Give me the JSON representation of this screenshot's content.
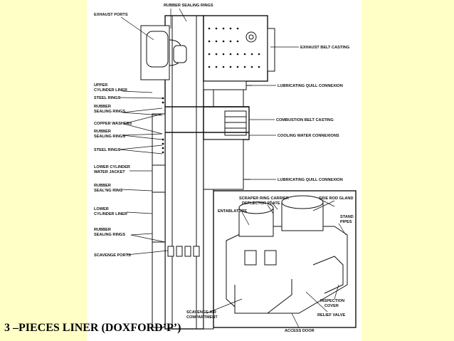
{
  "caption": "3 –PIECES LINER (DOXFORD’P’)",
  "labels": {
    "rubber_sealing_rings_top": "RUBBER SEALING RINGS",
    "exhaust_ports": "EXHAUST PORTS",
    "exhaust_belt_casting": "EXHAUST BELT CASTING",
    "upper_cylinder_liner_1": "UPPER",
    "upper_cylinder_liner_2": "CYLINDER LINER",
    "lubricating_quill_connexion_upper": "LUBRICATING QUILL CONNEXION",
    "steel_rings_upper": "STEEL RINGS",
    "rubber_sealing_rings_1a": "RUBBER",
    "rubber_sealing_rings_1b": "SEALING RINGS",
    "combustion_belt_casting": "COMBUSTION BELT CASTING",
    "copper_washers": "COPPER WASHERS",
    "cooling_water_connexions": "COOLING WATER CONNEXIONS",
    "rubber_sealing_rings_2a": "RUBBER",
    "rubber_sealing_rings_2b": "SEALING RINGS",
    "steel_rings_lower": "STEEL RINGS",
    "lower_cylinder_water_jacket_1": "LOWER CYLINDER",
    "lower_cylinder_water_jacket_2": "WATER JACKET",
    "lubricating_quill_connexion_lower": "LUBRICATING QUILL CONNEXION",
    "rubber_sealing_ring_1": "RUBBER",
    "rubber_sealing_ring_2": "SEAL'NG RING",
    "scraper_ring_carrier": "SCRAPER RING CARRIER",
    "side_rod_gland": "SIDE ROD GLAND",
    "deflector_plate": "DEFLECTOR PLATE",
    "lower_cylinder_liner_1": "LOWER",
    "lower_cylinder_liner_2": "CYLINDER LINER",
    "entablature": "ENTABLATURE",
    "stand_pipes_1": "STAND",
    "stand_pipes_2": "PIPES",
    "rubber_sealing_rings_3a": "RUBBER",
    "rubber_sealing_rings_3b": "SEALING RINGS",
    "scavenge_ports": "SCAVENGE PORTS",
    "inspection_cover_1": "INSPECTION",
    "inspection_cover_2": "COVER",
    "scavenge_air_compartment_1": "SCAVENGE AIR",
    "scavenge_air_compartment_2": "COMPARTMENT",
    "relief_valve": "RELIEF VALVE",
    "access_door": "ACCESS DOOR"
  },
  "colors": {
    "background": "#ffffc6",
    "sheet": "#ffffff",
    "ink": "#111111"
  }
}
